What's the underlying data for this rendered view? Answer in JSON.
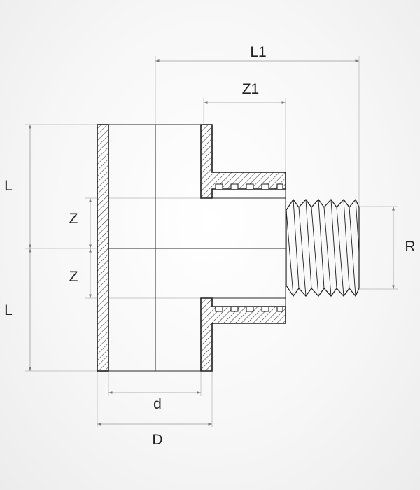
{
  "labels": {
    "L1": "L1",
    "Z1": "Z1",
    "L_top": "L",
    "Z_top": "Z",
    "Z_bottom": "Z",
    "L_bottom": "L",
    "R": "R",
    "d": "d",
    "D": "D"
  },
  "colors": {
    "outline": "#1e1e1e",
    "dimension": "#9a9a9a",
    "hatch": "#333333",
    "background": "#f5f5f5"
  }
}
